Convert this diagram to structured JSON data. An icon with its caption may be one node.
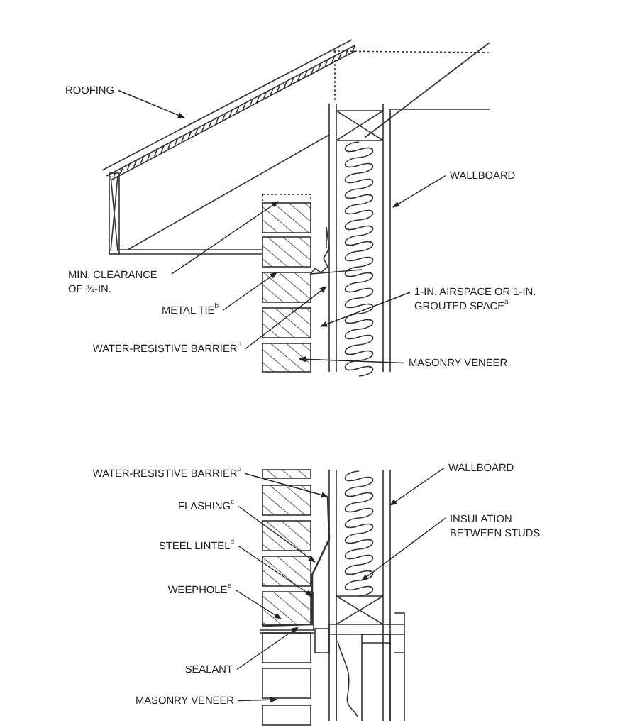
{
  "diagram": {
    "nodes": [
      {
        "text": [
          "ROOFING"
        ]
      },
      {
        "text": [
          "WALLBOARD"
        ]
      },
      {
        "text": [
          "MIN. CLEARANCE OF ¾-IN."
        ]
      },
      {
        "text": [
          "METAL TIE$^{b}$"
        ]
      },
      {
        "text": [
          "1-IN. AIRSPACE OR 1-IN. GROUTED SPACE$^{a}$"
        ]
      },
      {
        "text": [
          "WATER-RESISTIVE BARRIER$^{b}$"
        ]
      },
      {
        "text": [
          "MASONRY VENEER"
        ]
      },
      {
        "text": [
          "WATER-RESISTIVE BARRIER$^{b}$"
        ]
      },
      {
        "text": [
          "WALLBOARD"
        ]
      },
      {
        "text": [
          "FLASHING$^{c}$"
        ]
      },
      {
        "text": [
          "INSULATION BETWEEN STUDS"
        ]
      },
      {
        "text": [
          "STEEL LINTEL$^{d}$"
        ]
      },
      {
        "text": [
          "WEEPHOLE$^{e}$"
        ]
      },
      {
        "text": [
          "SEALANT"
        ]
      },
      {
        "text": [
          "MASONRY VENEER"
        ]
      }
    ],
    "edges": [
      {
        "from": 0,
        "to": null,
        "arrow": "to"
      },
      {
        "from": 1,
        "to": null,
        "arrow": "to"
      },
      {
        "from": 2,
        "to": null,
        "arrow": "to"
      },
      {
        "from": 3,
        "to": null,
        "arrow": "to"
      },
      {
        "from": 4,
        "to": null,
        "arrow": "to"
      },
      {
        "from": 5,
        "to": null,
        "arrow": "to"
      },
      {
        "from": 6,
        "to": null,
        "arrow": "to"
      },
      {
        "from": 7,
        "to": null,
        "arrow": "to"
      },
      {
        "from": 8,
        "to": null,
        "arrow": "to"
      },
      {
        "from": 9,
        "to": null,
        "arrow": "to"
      },
      {
        "from": 10,
        "to": null,
        "arrow": "to"
      },
      {
        "from": 11,
        "to": null,
        "arrow": "to"
      },
      {
        "from": 12,
        "to": null,
        "arrow": "to"
      },
      {
        "from": 13,
        "to": null,
        "arrow": "to"
      },
      {
        "from": 14,
        "to": null,
        "arrow": "to"
      }
    ]
  }
}
